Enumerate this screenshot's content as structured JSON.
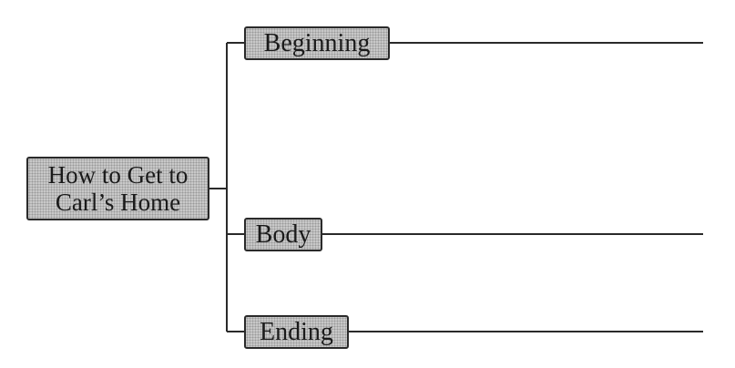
{
  "diagram": {
    "root": {
      "line1": "How to Get to",
      "line2": "Carl’s Home"
    },
    "branches": [
      {
        "label": "Beginning"
      },
      {
        "label": "Body"
      },
      {
        "label": "Ending"
      }
    ]
  }
}
